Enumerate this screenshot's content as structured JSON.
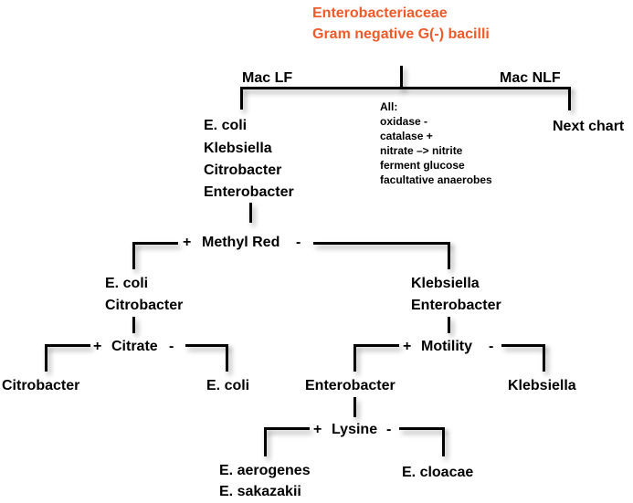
{
  "title": {
    "line1": "Enterobacteriaceae",
    "line2": "Gram negative G(-) bacilli"
  },
  "top_split": {
    "left": "Mac LF",
    "right": "Mac NLF",
    "right_result": "Next chart"
  },
  "all_box": {
    "heading": "All:",
    "items": [
      "oxidase -",
      "catalase +",
      "nitrate –> nitrite",
      "ferment glucose",
      "facultative anaerobes"
    ]
  },
  "lf_group": [
    "E. coli",
    "Klebsiella",
    "Citrobacter",
    "Enterobacter"
  ],
  "methyl_red": {
    "plus": "+",
    "label": "Methyl Red",
    "minus": "-"
  },
  "mr_pos_group": [
    "E. coli",
    "Citrobacter"
  ],
  "mr_neg_group": [
    "Klebsiella",
    "Enterobacter"
  ],
  "citrate": {
    "plus": "+",
    "label": "Citrate",
    "minus": "-",
    "pos_result": "Citrobacter",
    "neg_result": "E. coli"
  },
  "motility": {
    "plus": "+",
    "label": "Motility",
    "minus": "-",
    "pos_result": "Enterobacter",
    "neg_result": "Klebsiella"
  },
  "lysine": {
    "plus": "+",
    "label": "Lysine",
    "minus": "-",
    "pos_results": [
      "E. aerogenes",
      "E. sakazakii"
    ],
    "neg_result": "E. cloacae"
  }
}
